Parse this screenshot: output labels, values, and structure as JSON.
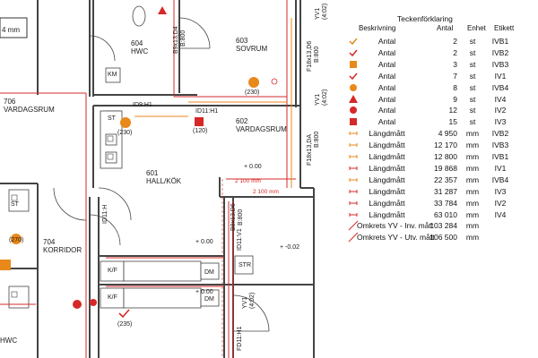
{
  "scale_fragment": "4 mm",
  "rooms": {
    "r604": {
      "num": "604",
      "name": "HWC"
    },
    "r603": {
      "num": "603",
      "name": "SOVRUM"
    },
    "r602": {
      "num": "602",
      "name": "VARDAGSRUM"
    },
    "r601": {
      "num": "601",
      "name": "HALL/KÖK"
    },
    "r706": {
      "num": "706",
      "name": "VARDAGSRUM"
    },
    "r704": {
      "num": "704",
      "name": "KORRIDOR"
    },
    "r705": {
      "name": "HWC"
    }
  },
  "tags": {
    "id9h1": "ID9:H1",
    "id11h1": "ID11:H1",
    "id11h_left": "ID11:H",
    "id11v1": "ID11:V1",
    "fd11h1": "FD11:H1",
    "km": "KM",
    "st1": "ST",
    "st2": "ST",
    "kf1": "K/F",
    "kf2": "K/F",
    "dm1": "DM",
    "dm2": "DM",
    "str": "STR",
    "yv1": "YV1",
    "yv1_b": "(4:02)",
    "yv2": "YV1",
    "yv2_b": "(4:02)",
    "yv3": "YV1",
    "yv3_b": "(4:02)",
    "f18a": "F18x13,D6",
    "b800a": "B:800",
    "f18b": "F18x13,DA",
    "b800b": "B:800",
    "b8x13": "B8x13,D6",
    "b800c": "B:800",
    "b9x13": "B9x13,D4",
    "b800d": "B:800",
    "elev1": "+ 0.00",
    "elev2": "+ 0.00",
    "elev3": "+ 0.00",
    "elev4": "+ -0.02",
    "dim_2100": "2 100 mm",
    "dim_2100b": "2 100 mm",
    "n230a": "(230)",
    "n230b": "(230)",
    "n120": "(120)",
    "n235": "(235)",
    "n270": "(270)"
  },
  "legend": {
    "title": "Teckenförklaring",
    "headers": {
      "desc": "Beskrivning",
      "antal": "Antal",
      "enhet": "Enhet",
      "etikett": "Etikett"
    },
    "rows": [
      {
        "symbol": "check-orange",
        "desc": "Antal",
        "antal": "2",
        "enhet": "st",
        "etikett": "IVB1"
      },
      {
        "symbol": "check-red",
        "desc": "Antal",
        "antal": "2",
        "enhet": "st",
        "etikett": "IVB2"
      },
      {
        "symbol": "square-orange",
        "desc": "Antal",
        "antal": "3",
        "enhet": "st",
        "etikett": "IVB3"
      },
      {
        "symbol": "check-red",
        "desc": "Antal",
        "antal": "7",
        "enhet": "st",
        "etikett": "IV1"
      },
      {
        "symbol": "circle-orange",
        "desc": "Antal",
        "antal": "8",
        "enhet": "st",
        "etikett": "IVB4"
      },
      {
        "symbol": "triangle-red",
        "desc": "Antal",
        "antal": "9",
        "enhet": "st",
        "etikett": "IV4"
      },
      {
        "symbol": "circle-red",
        "desc": "Antal",
        "antal": "12",
        "enhet": "st",
        "etikett": "IV2"
      },
      {
        "symbol": "square-red",
        "desc": "Antal",
        "antal": "15",
        "enhet": "st",
        "etikett": "IV3"
      },
      {
        "symbol": "bracket-orange",
        "desc": "Längdmått",
        "antal": "4 950",
        "enhet": "mm",
        "etikett": "IVB2"
      },
      {
        "symbol": "bracket-orange",
        "desc": "Längdmått",
        "antal": "12 170",
        "enhet": "mm",
        "etikett": "IVB3"
      },
      {
        "symbol": "bracket-orange",
        "desc": "Längdmått",
        "antal": "12 800",
        "enhet": "mm",
        "etikett": "IVB1"
      },
      {
        "symbol": "bracket-red",
        "desc": "Längdmått",
        "antal": "19 868",
        "enhet": "mm",
        "etikett": "IV1"
      },
      {
        "symbol": "bracket-orange",
        "desc": "Längdmått",
        "antal": "22 357",
        "enhet": "mm",
        "etikett": "IVB4"
      },
      {
        "symbol": "bracket-red",
        "desc": "Längdmått",
        "antal": "31 287",
        "enhet": "mm",
        "etikett": "IV3"
      },
      {
        "symbol": "bracket-red",
        "desc": "Längdmått",
        "antal": "33 784",
        "enhet": "mm",
        "etikett": "IV2"
      },
      {
        "symbol": "bracket-red",
        "desc": "Längdmått",
        "antal": "63 010",
        "enhet": "mm",
        "etikett": "IV4"
      },
      {
        "symbol": "diag-red",
        "desc": "Omkrets YV - Inv. mått",
        "antal": "103 284",
        "enhet": "mm",
        "etikett": ""
      },
      {
        "symbol": "diag-red",
        "desc": "Omkrets YV - Utv. mått",
        "antal": "106 500",
        "enhet": "mm",
        "etikett": ""
      }
    ]
  },
  "colors": {
    "red": "#d62828",
    "orange": "#e8891a",
    "wall": "#444444"
  }
}
